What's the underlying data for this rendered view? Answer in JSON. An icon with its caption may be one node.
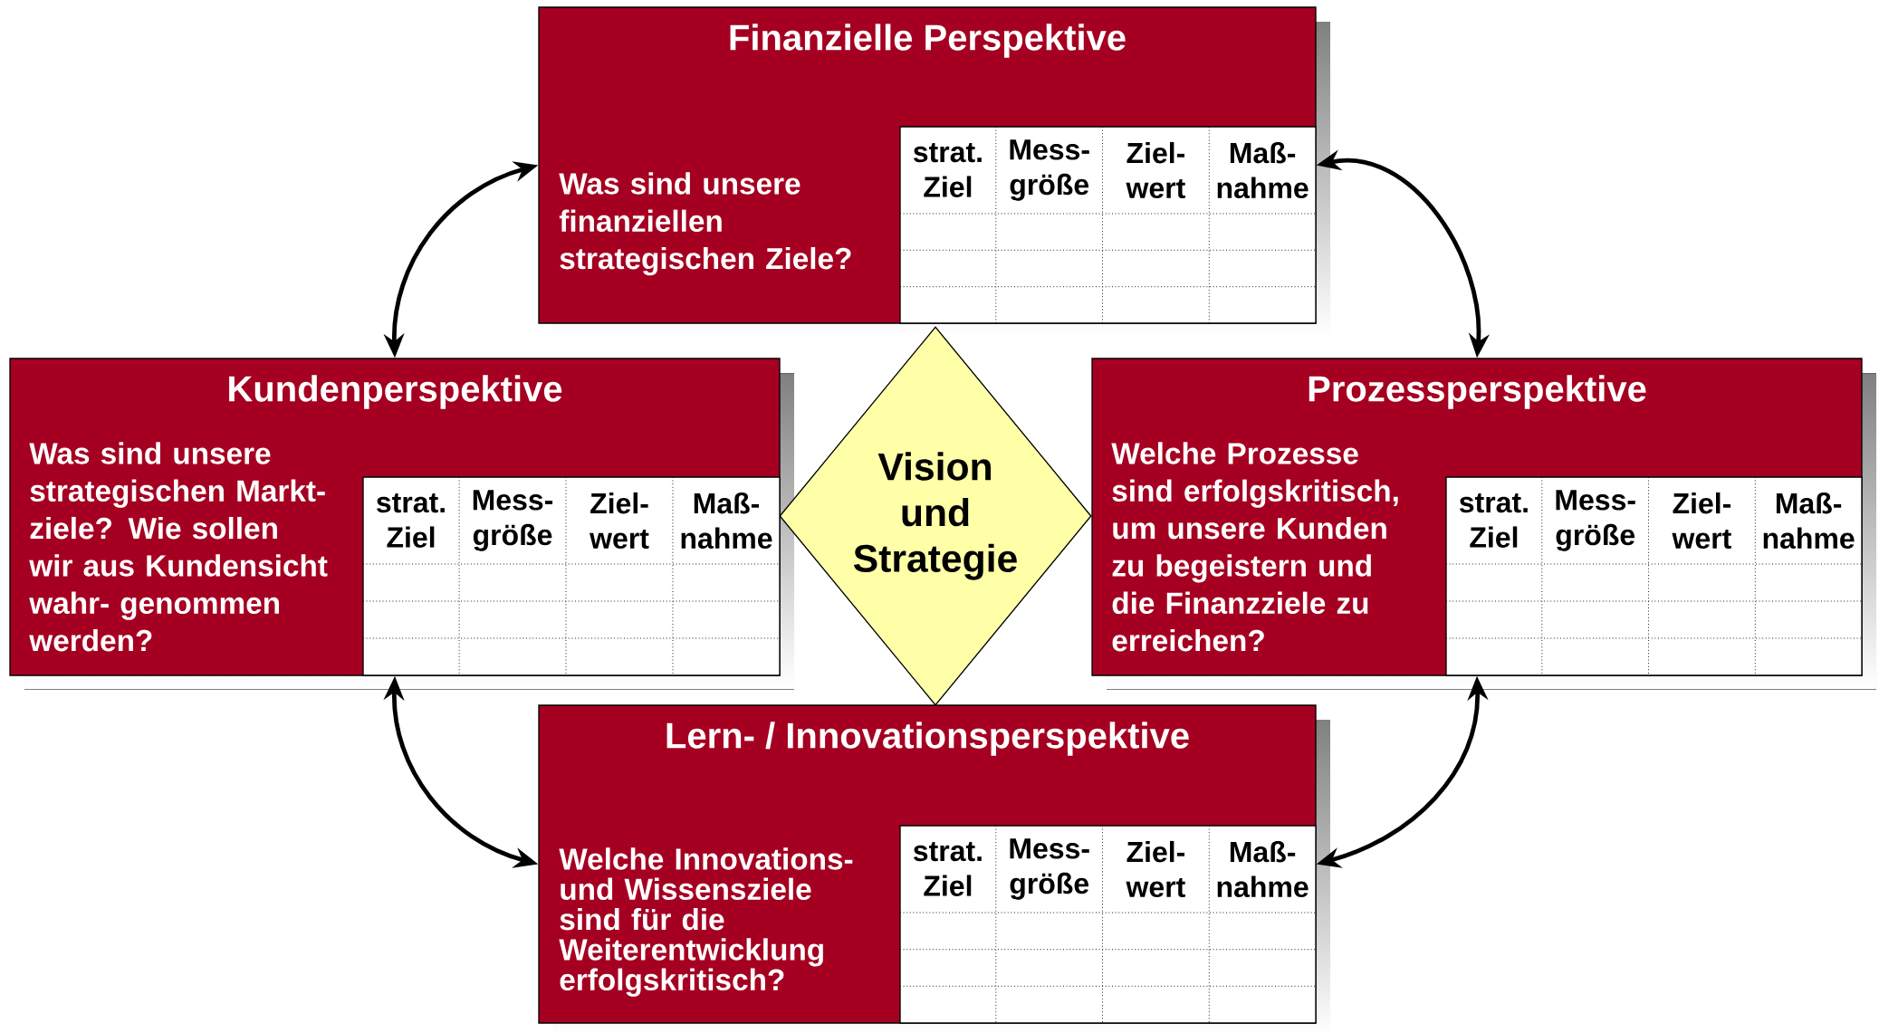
{
  "diagram": {
    "nodes": [
      {
        "text": [
          "Finanzielle Perspektive",
          "Was sind unsere finanziellen strategischen Ziele?"
        ]
      },
      {
        "text": [
          "strat. Ziel",
          "Mess- größe",
          "Ziel- wert",
          "Maß- nahme"
        ],
        "in": 0
      },
      {
        "text": [
          "Kundenperspektive",
          "Was sind unsere strategischen Markt- ziele? Wie sollen wir aus Kundensicht wahr- genommen werden?"
        ]
      },
      {
        "text": [
          "strat. Ziel",
          "Mess- größe",
          "Ziel- wert",
          "Maß- nahme"
        ],
        "in": 2
      },
      {
        "text": [
          "Vision und Strategie"
        ]
      },
      {
        "text": [
          "Prozessperspektive",
          "Welche Prozesse sind erfolgskritisch, um unsere Kunden zu begeistern und die Finanzziele zu erreichen?"
        ]
      },
      {
        "text": [
          "strat. Ziel",
          "Mess- größe",
          "Ziel- wert",
          "Maß- nahme"
        ],
        "in": 5
      },
      {
        "text": [
          "Lern- / Innovationsperspektive",
          "Welche Innovations- und Wissensziele sind für die Weiterentwicklung erfolgskritisch?"
        ]
      },
      {
        "text": [
          "strat. Ziel",
          "Mess- größe",
          "Ziel- wert",
          "Maß- nahme"
        ],
        "in": 7
      }
    ],
    "edges": [
      {
        "from": 2,
        "to": 0,
        "arrow": "both"
      },
      {
        "from": 0,
        "to": 5,
        "arrow": "both"
      },
      {
        "from": 2,
        "to": 7,
        "arrow": "both"
      },
      {
        "from": 5,
        "to": 7,
        "arrow": "both"
      }
    ]
  }
}
